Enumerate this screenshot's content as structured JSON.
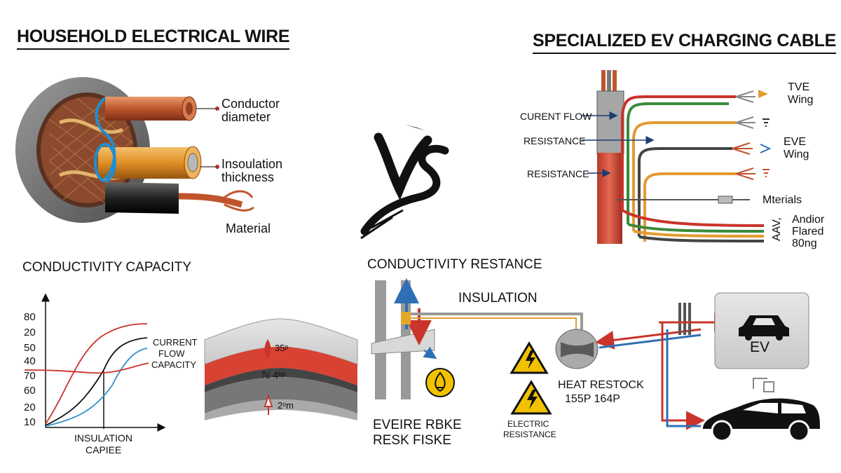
{
  "left_panel": {
    "title": "HOUSEHOLD ELECTRICAL WIRE",
    "labels": {
      "conductor_line1": "Conductor",
      "conductor_line2": "diameter",
      "insulation_line1": "Insoulation",
      "insulation_line2": "thickness",
      "material": "Material"
    }
  },
  "center": {
    "vs": "VS"
  },
  "right_panel": {
    "title": "SPECIALIZED EV CHARGING CABLE",
    "labels": {
      "current_flow": "CURENT FLOW",
      "resistance_1": "RESISTANCE",
      "resistance_2": "RESISTANCE",
      "tve_line1": "TVE",
      "tve_line2": "Wing",
      "eve_line1": "EVE",
      "eve_line2": "Wing",
      "materials": "Mterials",
      "andior_line1": "Andior",
      "andior_line2": "Flared",
      "andior_line3": "80ng",
      "aav": "AAV,"
    }
  },
  "conductivity_capacity": {
    "title": "CONDUCTIVITY CAPACITY",
    "y_ticks": [
      "80",
      "20",
      "50",
      "40",
      "70",
      "60",
      "20",
      "10"
    ],
    "curve_label_line1": "CURRENT",
    "curve_label_line2": "FLOW",
    "curve_label_line3": "CAPACITY",
    "x_label_line1": "INSULATION",
    "x_label_line2": "CAPIEE",
    "layers": {
      "top": "35ᵖ",
      "middle": "ℕ 4ᵇᵖ",
      "bottom": "2ᵒm"
    },
    "series_colors": {
      "red": "#c9342b",
      "black": "#111111",
      "blue": "#2f8fc7",
      "red_flat": "#c9342b"
    }
  },
  "conductivity_restance": {
    "title": "CONDUCTIVITY RESTANCE",
    "insulation": "INSULATION",
    "bottom_line1": "EVEIRE RBKE",
    "bottom_line2": "RESK FISKE",
    "electric_line1": "ELECTRIC",
    "electric_line2": "RESISTANCE",
    "heat_line1": "HEAT RESTOCK",
    "heat_line2": "155P 164P",
    "ev_badge": "EV"
  },
  "colors": {
    "copper": "#c8643a",
    "red": "#c93a2c",
    "green": "#3a8a3a",
    "orange": "#e39b33",
    "blue": "#2f6fb5",
    "warning": "#f2c200"
  }
}
